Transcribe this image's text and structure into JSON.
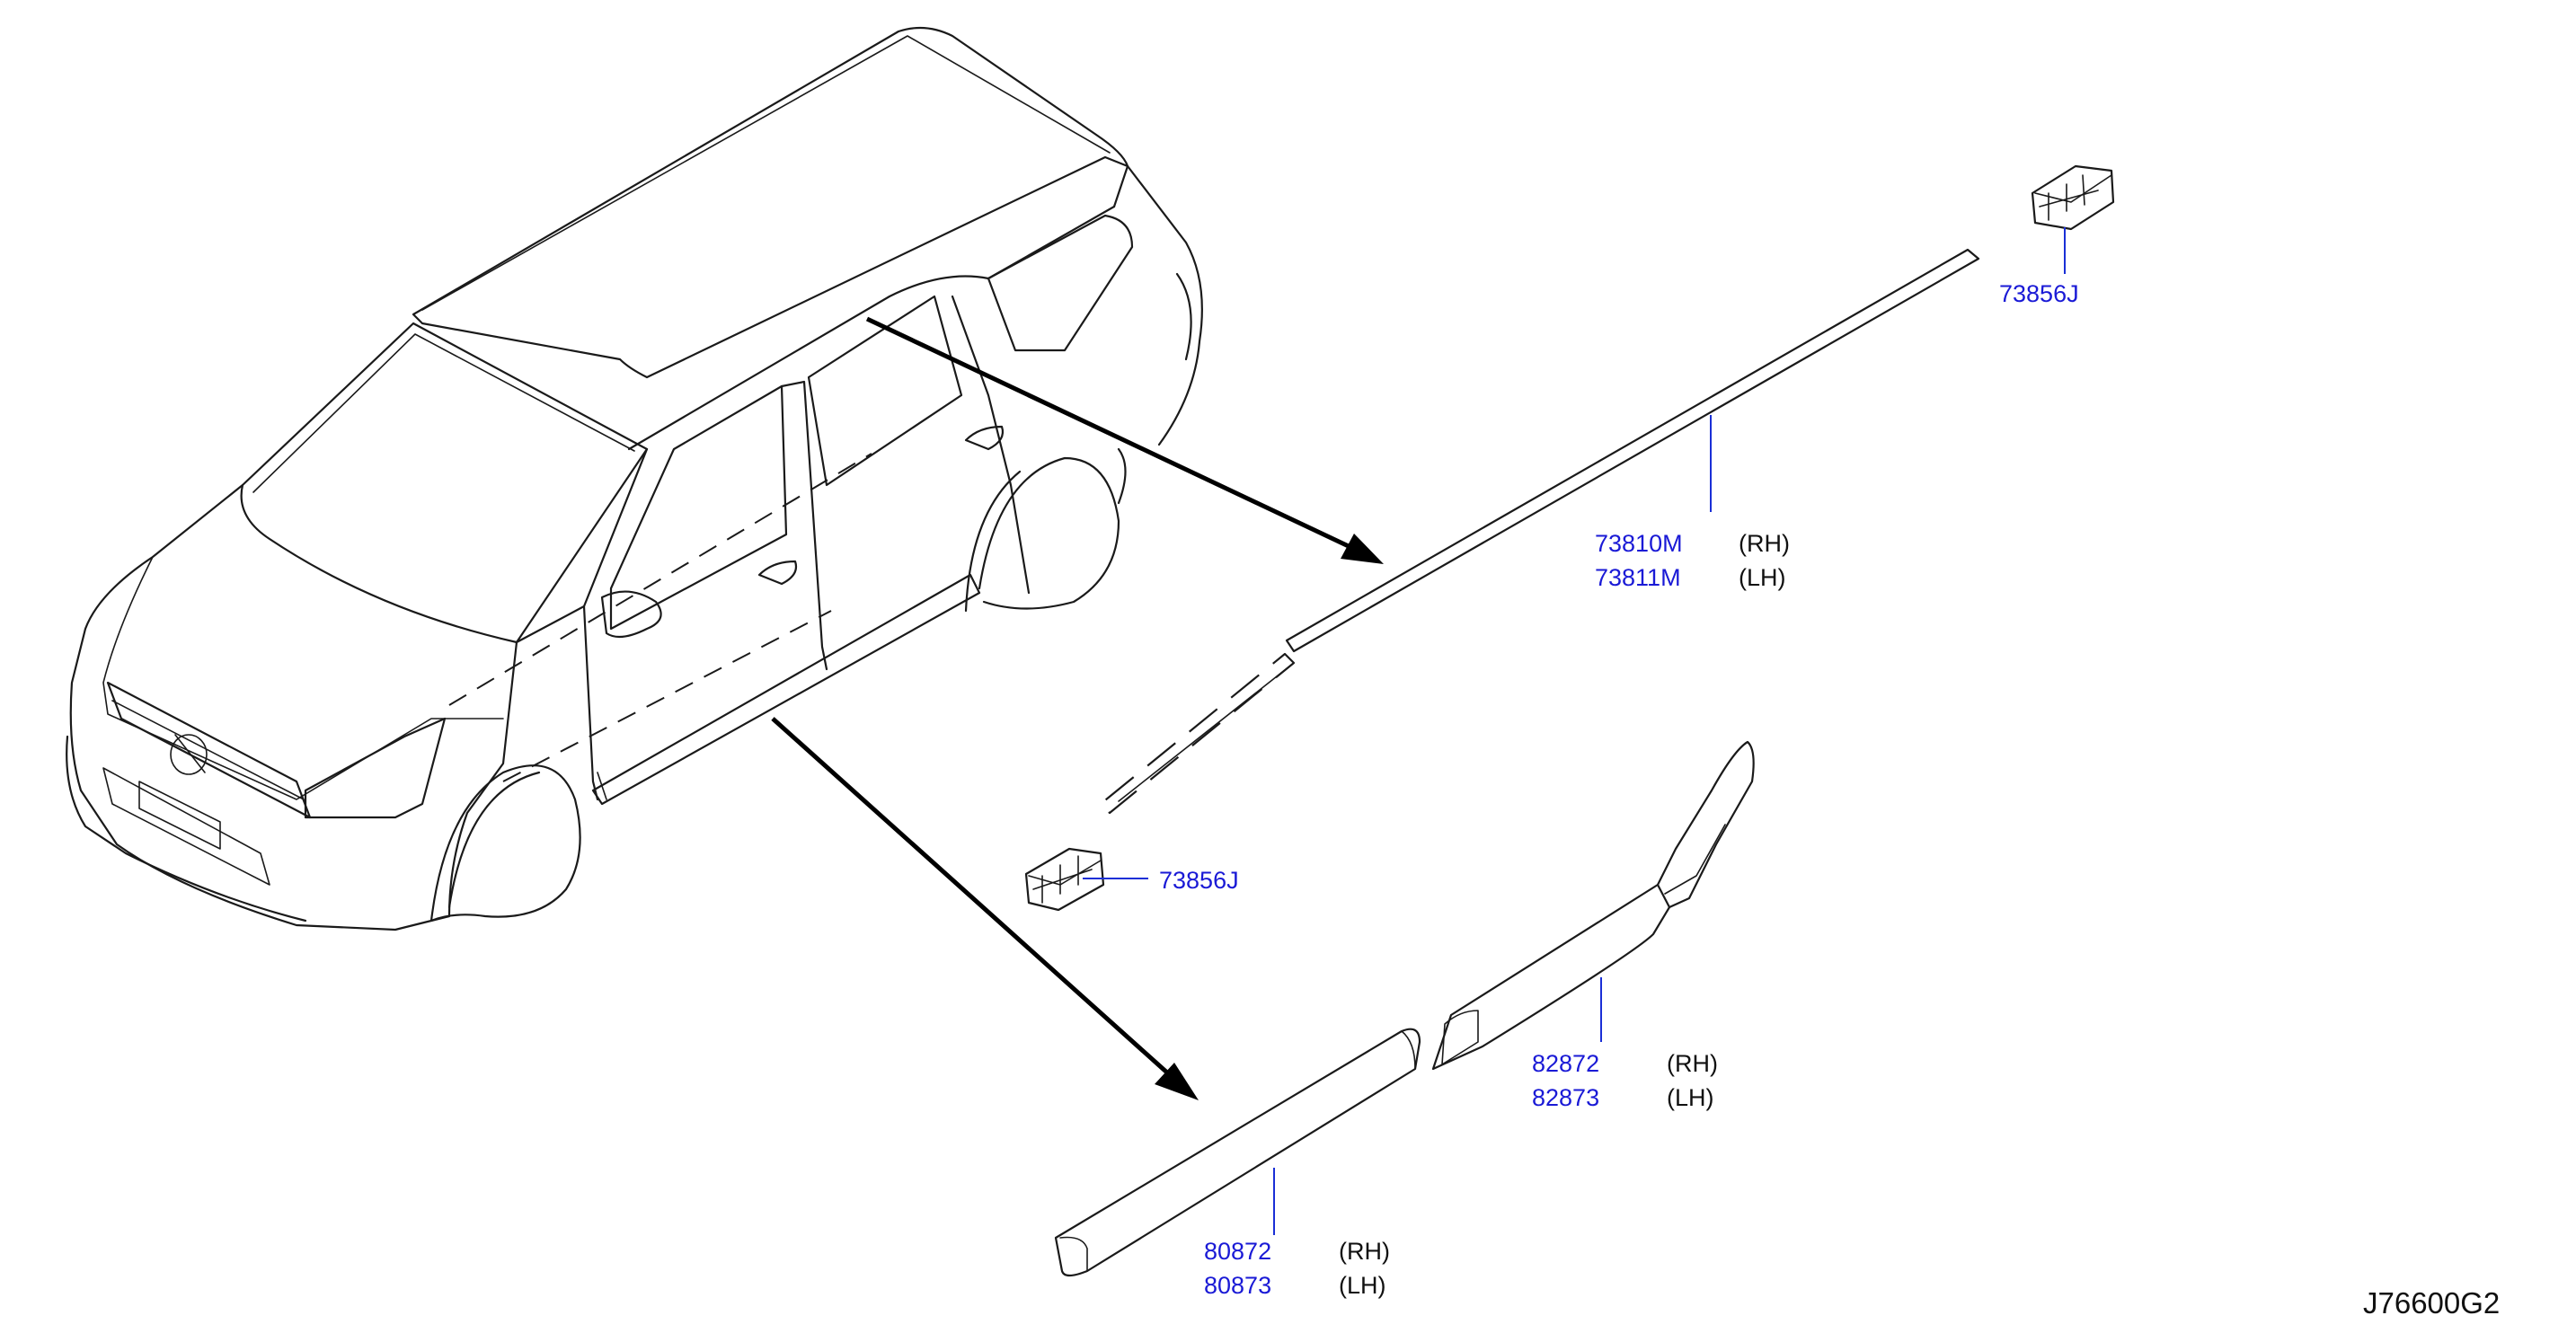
{
  "parts": {
    "clip_top": {
      "part_number": "73856J"
    },
    "clip_mid": {
      "part_number": "73856J"
    },
    "roof_molding": {
      "rows": [
        {
          "part_number": "73810M",
          "side": "(RH)"
        },
        {
          "part_number": "73811M",
          "side": "(LH)"
        }
      ]
    },
    "rear_door_molding": {
      "rows": [
        {
          "part_number": "82872",
          "side": "(RH)"
        },
        {
          "part_number": "82873",
          "side": "(LH)"
        }
      ]
    },
    "front_door_molding": {
      "rows": [
        {
          "part_number": "80872",
          "side": "(RH)"
        },
        {
          "part_number": "80873",
          "side": "(LH)"
        }
      ]
    }
  },
  "diagram_code": "J76600G2",
  "colors": {
    "part_number_text": "#1a1ad6",
    "leader_line": "#1a2fd6",
    "outline": "#1a1a1a"
  }
}
